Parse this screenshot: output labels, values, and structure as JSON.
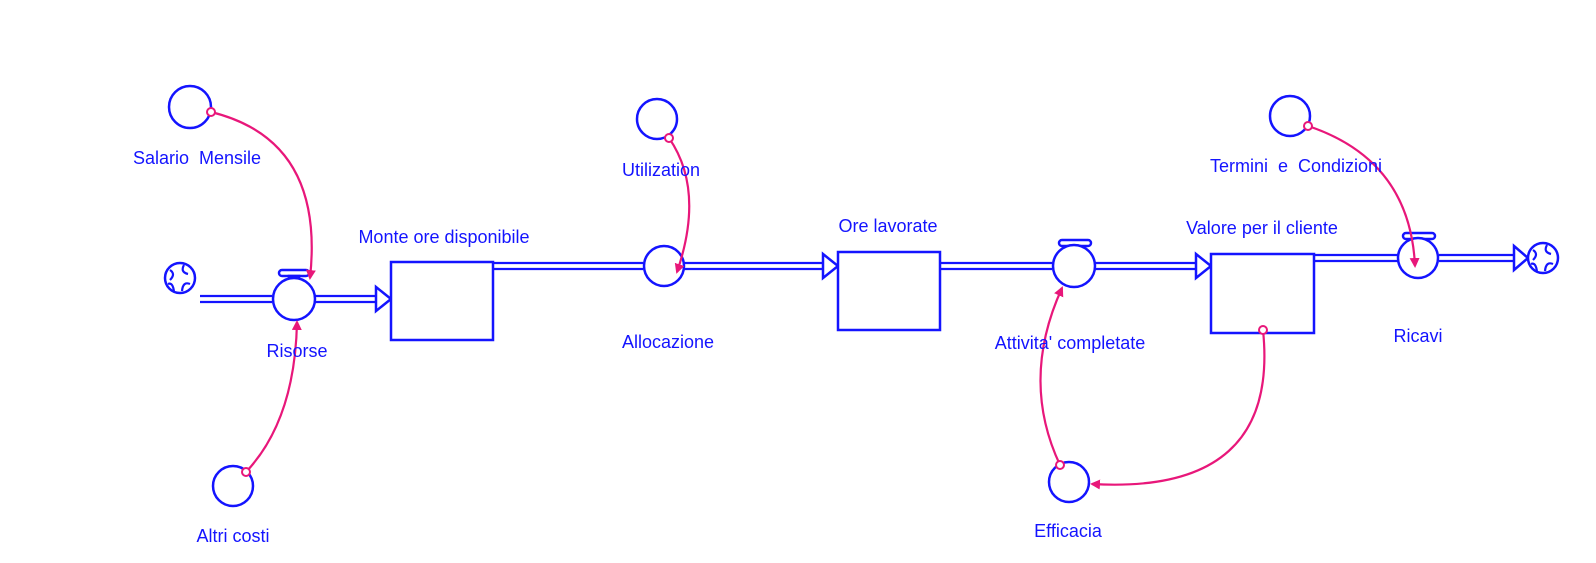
{
  "colors": {
    "structure": "#1414ff",
    "connector": "#e8177a"
  },
  "stocks": [
    {
      "label": "Monte ore disponibile"
    },
    {
      "label": "Ore lavorate"
    },
    {
      "label": "Valore per il cliente"
    }
  ],
  "flows": [
    {
      "label": "Risorse"
    },
    {
      "label": "Allocazione"
    },
    {
      "label": "Attivita' completate"
    },
    {
      "label": "Ricavi"
    }
  ],
  "auxiliaries": [
    {
      "label": "Salario  Mensile"
    },
    {
      "label": "Altri costi"
    },
    {
      "label": "Utilization"
    },
    {
      "label": "Termini  e  Condizioni"
    },
    {
      "label": "Efficacia"
    }
  ],
  "icons": {
    "source": "cloud-icon",
    "sink": "cloud-icon"
  }
}
